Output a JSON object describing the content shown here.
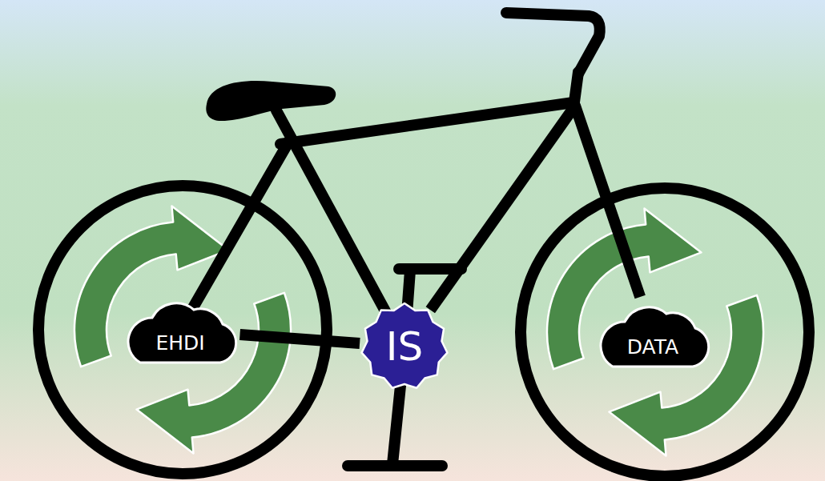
{
  "diagram": {
    "nodes": [
      {
        "text": [
          "EHDI"
        ]
      },
      {
        "text": [
          "IS"
        ]
      },
      {
        "text": [
          "DATA"
        ]
      }
    ],
    "edges": [
      {
        "from": 0,
        "to": 1,
        "arrow": "none"
      },
      {
        "from": 1,
        "to": 2,
        "arrow": "none"
      }
    ]
  }
}
